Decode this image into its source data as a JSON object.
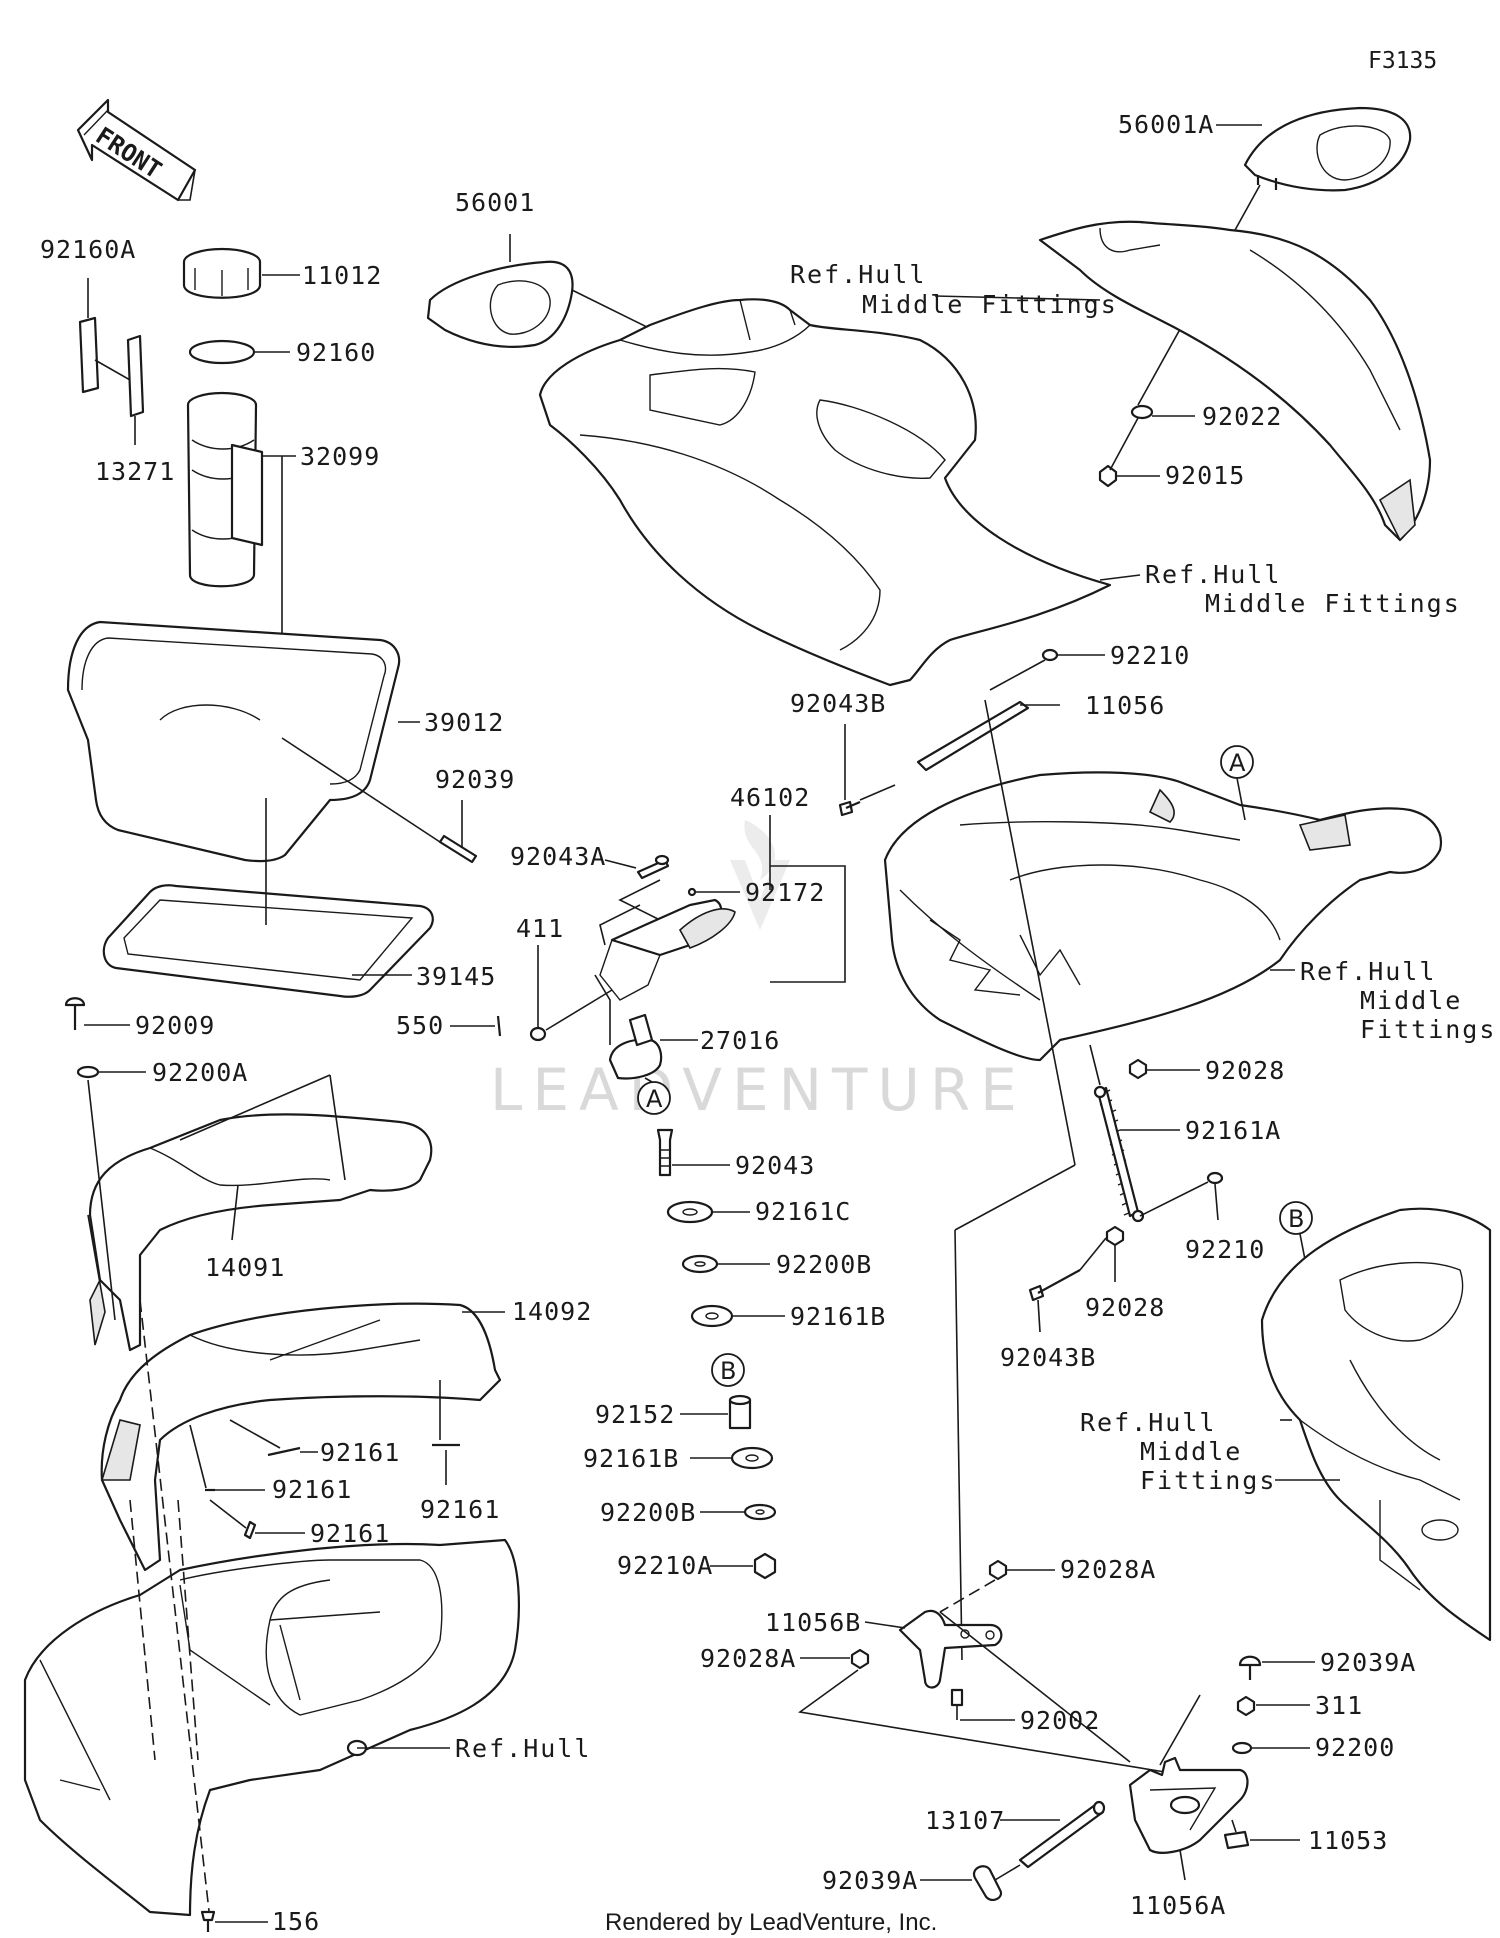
{
  "sheet_code": "F3135",
  "front_arrow_label": "FRONT",
  "footer": "Rendered by LeadVenture, Inc.",
  "watermark": "LEADVENTURE",
  "callouts": {
    "a": "A",
    "b": "B"
  },
  "ref_hull_middle": {
    "line1": "Ref.Hull",
    "line2": "Middle",
    "line3": "Fittings",
    "line_middle_fittings": "Middle Fittings"
  },
  "ref_hull": "Ref.Hull",
  "parts": {
    "p92160A": "92160A",
    "p11012": "11012",
    "p92160": "92160",
    "p13271": "13271",
    "p32099": "32099",
    "p39012": "39012",
    "p92039": "92039",
    "p39145": "39145",
    "p92009": "92009",
    "p92200A": "92200A",
    "p14091": "14091",
    "p14092": "14092",
    "p92161_1": "92161",
    "p92161_2": "92161",
    "p92161_3": "92161",
    "p92161_4": "92161",
    "p156": "156",
    "p56001": "56001",
    "p56001A": "56001A",
    "p92022": "92022",
    "p92015": "92015",
    "p92210_top": "92210",
    "p92043B_top": "92043B",
    "p11056": "11056",
    "p46102": "46102",
    "p92043A": "92043A",
    "p92172": "92172",
    "p411": "411",
    "p550": "550",
    "p27016": "27016",
    "p92043": "92043",
    "p92161C": "92161C",
    "p92200B_1": "92200B",
    "p92161B_1": "92161B",
    "p92152": "92152",
    "p92161B_2": "92161B",
    "p92200B_2": "92200B",
    "p92210A": "92210A",
    "p92028_1": "92028",
    "p92161A": "92161A",
    "p92210_2": "92210",
    "p92028_2": "92028",
    "p92043B_2": "92043B",
    "p92028A_1": "92028A",
    "p11056B": "11056B",
    "p92028A_2": "92028A",
    "p92002": "92002",
    "p92039A_1": "92039A",
    "p311": "311",
    "p92200": "92200",
    "p13107": "13107",
    "p11053": "11053",
    "p92039A_2": "92039A",
    "p11056A": "11056A"
  }
}
